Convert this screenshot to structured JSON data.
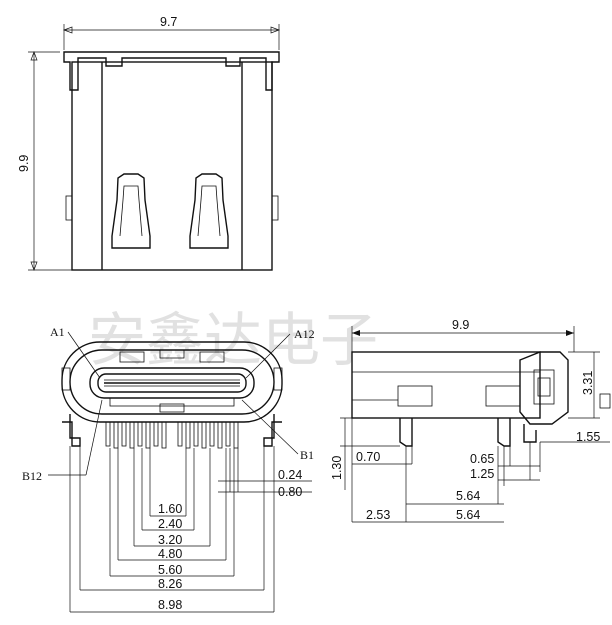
{
  "top_view": {
    "width_dim": "9.7",
    "height_dim": "9.9"
  },
  "front_view": {
    "pin_labels": {
      "a1": "A1",
      "a12": "A12",
      "b1": "B1",
      "b12": "B12"
    },
    "dims": [
      "0.24",
      "0.80",
      "1.60",
      "2.40",
      "3.20",
      "4.80",
      "5.60",
      "8.26",
      "8.98"
    ]
  },
  "side_view": {
    "length_dim": "9.9",
    "height_dim": "3.31",
    "lead_dim": "1.30",
    "dims": [
      "0.70",
      "0.65",
      "1.25",
      "5.64",
      "2.53",
      "5.64",
      "1.55"
    ]
  },
  "watermark": "安鑫达电子"
}
